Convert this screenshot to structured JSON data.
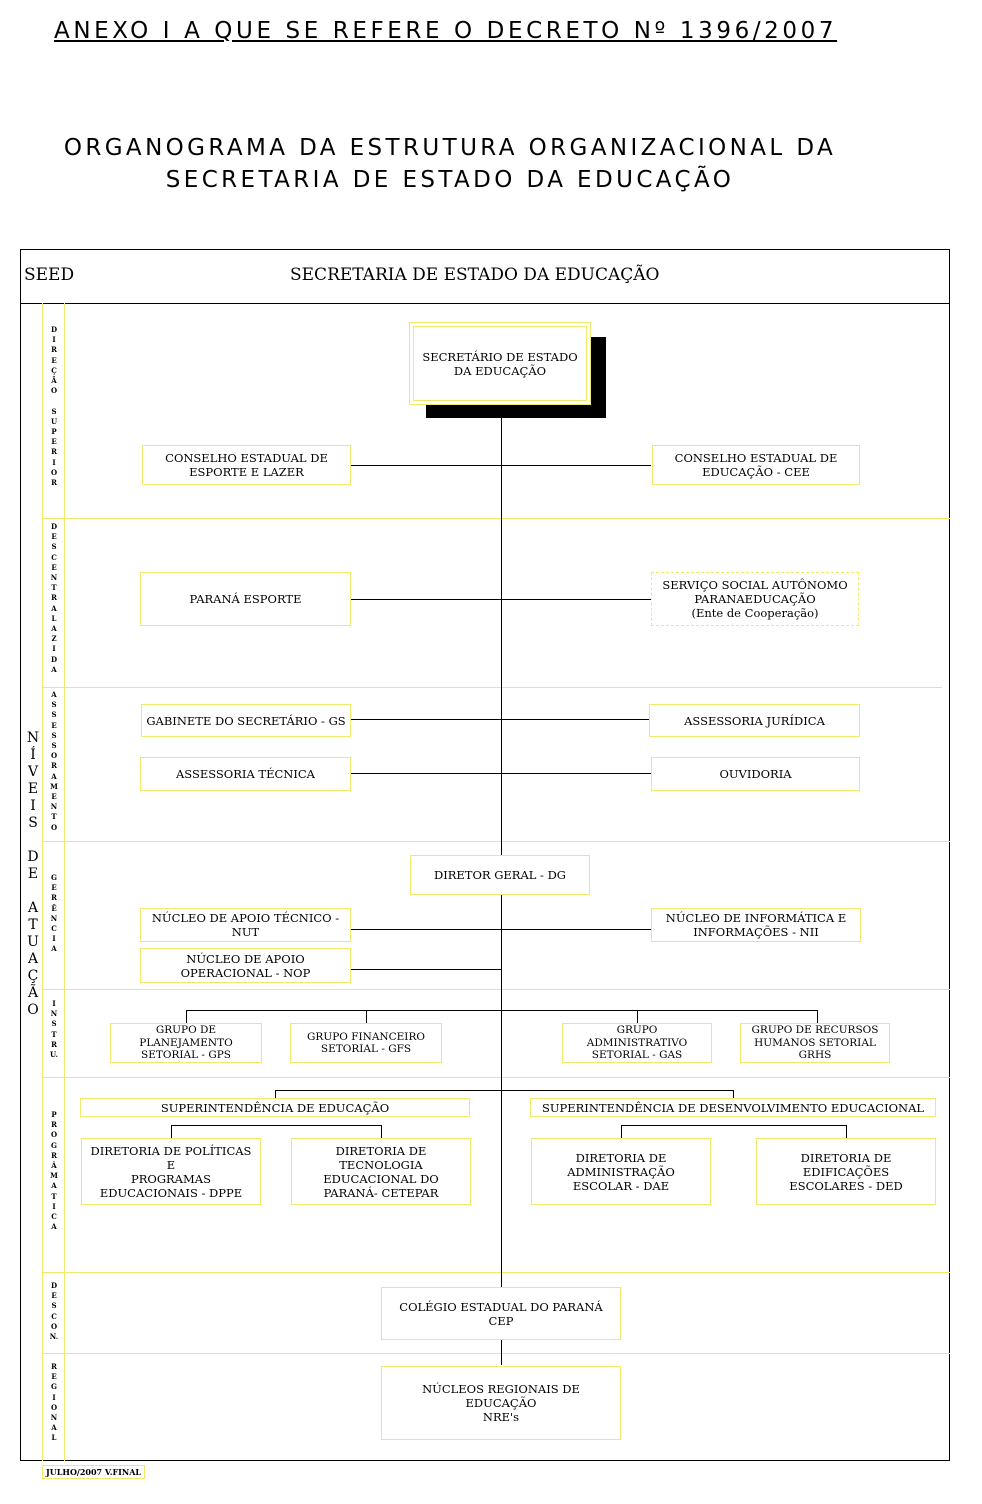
{
  "header": {
    "decree_title": "ANEXO I A QUE SE REFERE O DECRETO Nº 1396/2007",
    "org_title_line1": "ORGANOGRAMA DA ESTRUTURA ORGANIZACIONAL DA",
    "org_title_line2": "SECRETARIA DE ESTADO DA EDUCAÇÃO"
  },
  "table": {
    "seed_label": "SEED",
    "seed_name": "SECRETARIA DE ESTADO DA EDUCAÇÃO",
    "levels_label": "N\nÍ\nV\nE\nI\nS\n\nD\nE\n\nA\nT\nU\nA\nÇ\nÃ\nO"
  },
  "sections": {
    "direcao_superior": "D\nI\nR\nE\nÇ\nÃ\nO\n\nS\nU\nP\nE\nR\nI\nO\nR",
    "descentralizada": "D\nE\nS\nC\nE\nN\nT\nR\nA\nL\nA\nZ\nI\nD\nA",
    "assessoramento": "A\nS\nS\nE\nS\nS\nO\nR\nA\nM\nE\nN\nT\nO",
    "gerencia": "G\nE\nR\nÊ\nN\nC\nI\nA",
    "instru": "I\nN\nS\nT\nR\nU.",
    "programatica": "P\nR\nO\nG\nR\nÁ\nM\nA\nT\nI\nC\nA",
    "descon": "D\nE\nS\nC\nO\nN.",
    "regional": "R\nE\nG\nI\nO\nN\nA\nL"
  },
  "boxes": {
    "secretario": "SECRETÁRIO DE ESTADO\nDA EDUCAÇÃO",
    "cons_esporte": "CONSELHO ESTADUAL DE\nESPORTE E LAZER",
    "cons_educacao": "CONSELHO ESTADUAL DE\nEDUCAÇÃO - CEE",
    "parana_esporte": "PARANÁ ESPORTE",
    "servico_social": "SERVIÇO SOCIAL AUTÔNOMO\nPARANAEDUCAÇÃO\n(Ente de Cooperação)",
    "gabinete": "GABINETE DO SECRETÁRIO - GS",
    "assessoria_juridica": "ASSESSORIA JURÍDICA",
    "assessoria_tecnica": "ASSESSORIA  TÉCNICA",
    "ouvidoria": "OUVIDORIA",
    "diretor_geral": "DIRETOR  GERAL - DG",
    "nut": "NÚCLEO DE APOIO TÉCNICO -\nNUT",
    "nii": "NÚCLEO DE INFORMÁTICA E\nINFORMAÇÕES - NII",
    "nop": "NÚCLEO DE APOIO\nOPERACIONAL - NOP",
    "gps": "GRUPO DE\nPLANEJAMENTO\nSETORIAL - GPS",
    "gfs": "GRUPO FINANCEIRO\nSETORIAL - GFS",
    "gas": "GRUPO ADMINISTRATIVO\nSETORIAL - GAS",
    "grhs": "GRUPO DE RECURSOS\nHUMANOS SETORIAL\nGRHS",
    "sup_educacao": "SUPERINTENDÊNCIA DE  EDUCAÇÃO",
    "sup_desenvolvimento": "SUPERINTENDÊNCIA DE DESENVOLVIMENTO EDUCACIONAL",
    "dppe": "DIRETORIA DE POLÍTICAS\nE\nPROGRAMAS\nEDUCACIONAIS - DPPE",
    "cetepar": "DIRETORIA DE\nTECNOLOGIA\nEDUCACIONAL DO\nPARANÁ- CETEPAR",
    "dae": "DIRETORIA DE\nADMINISTRAÇÃO\nESCOLAR - DAE",
    "ded": "DIRETORIA   DE\nEDIFICAÇÕES\nESCOLARES - DED",
    "cep": "COLÉGIO ESTADUAL DO PARANÁ\nCEP",
    "nres": "NÚCLEOS REGIONAIS DE\nEDUCAÇÃO\nNRE's"
  },
  "footer": "JULHO/2007 V.FINAL",
  "colors": {
    "box_border": "#f0ea6c",
    "line": "#000000"
  }
}
